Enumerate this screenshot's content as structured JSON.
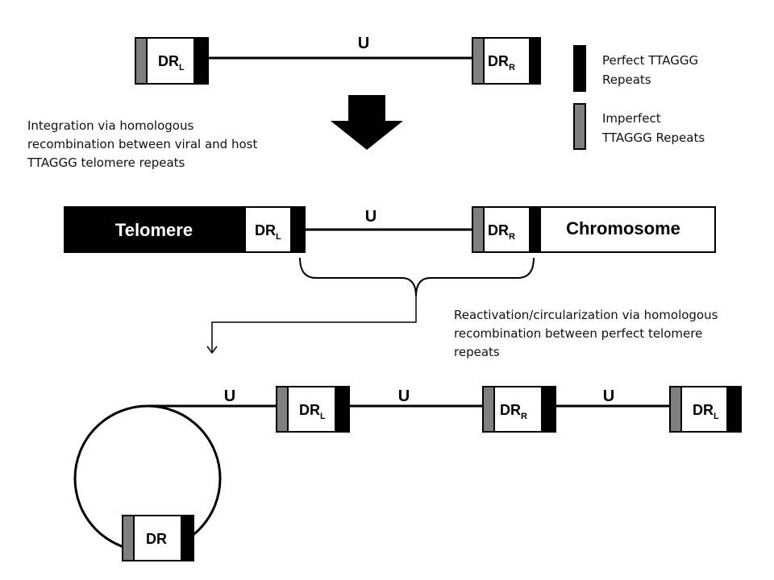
{
  "labels": {
    "u": "U",
    "dr": "DR",
    "sub_l": "L",
    "sub_r": "R",
    "telomere": "Telomere",
    "chromosome": "Chromosome"
  },
  "legend": {
    "perfect_line1": "Perfect TTAGGG",
    "perfect_line2": "Repeats",
    "imperfect_line1": "Imperfect",
    "imperfect_line2": "TTAGGG Repeats"
  },
  "captions": {
    "integration": [
      "Integration via homologous",
      "recombination between viral and host",
      "TTAGGG telomere repeats"
    ],
    "reactivation": [
      "Reactivation/circularization via homologous",
      "recombination between perfect telomere",
      "repeats"
    ]
  },
  "colors": {
    "perfect_repeat": "#000000",
    "imperfect_repeat": "#808080",
    "line": "#000000",
    "box_fill": "#ffffff"
  }
}
